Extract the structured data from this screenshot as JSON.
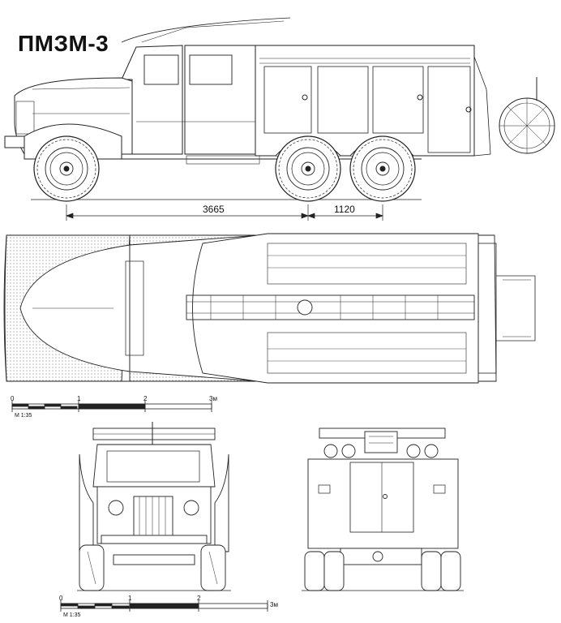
{
  "title": "ПМЗМ-3",
  "dimensions": {
    "wheelbase": "3665",
    "rear_axle_spacing": "1120"
  },
  "scale_top": {
    "label": "М 1:35",
    "ticks": [
      "0",
      "1",
      "2"
    ],
    "unit": "3м"
  },
  "scale_bottom": {
    "label": "М 1:35",
    "ticks": [
      "0",
      "1",
      "2"
    ],
    "unit": "3м"
  },
  "colors": {
    "line": "#222222",
    "hatch": "#888888",
    "paper": "#ffffff"
  }
}
